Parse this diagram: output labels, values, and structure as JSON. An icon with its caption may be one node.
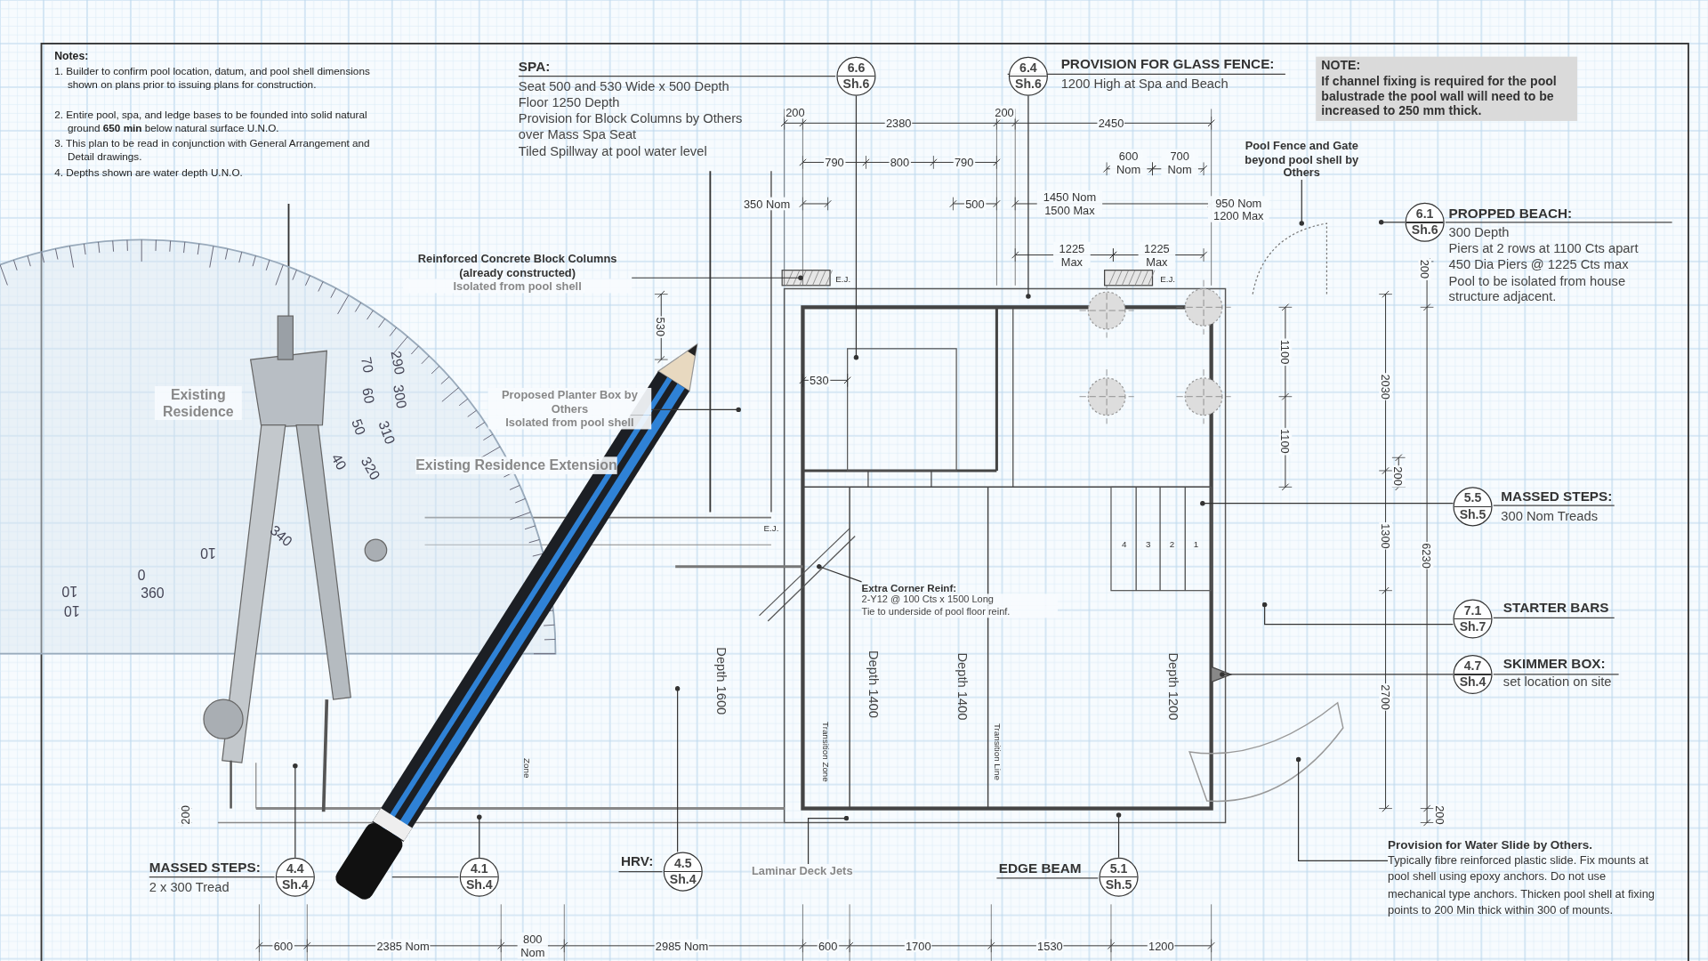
{
  "diagram": {
    "nodes": [
      {
        "text": [
          "6.6",
          "Sh.6"
        ],
        "beside": [
          "SPA:",
          "Seat 500 and 530 Wide x 500 Depth",
          "Floor 1250 Depth",
          "Provision for Block Columns by Others over Mass Spa Seat",
          "Tiled Spillway at pool water level"
        ]
      },
      {
        "text": [
          "6.4",
          "Sh.6"
        ],
        "beside": [
          "PROVISION FOR GLASS FENCE:",
          "1200 High at Spa and Beach"
        ]
      },
      {
        "text": [
          "NOTE:",
          "If channel fixing is required for the pool balustrade the pool wall will need to be increased to 250 mm thick."
        ]
      },
      {
        "text": [
          "Reinforced Concrete Block Columns (already constructed)",
          "Isolated from pool shell"
        ]
      },
      {
        "text": [
          "Pool Fence and Gate beyond pool shell by Others"
        ]
      },
      {
        "text": [
          "6.1",
          "Sh.6"
        ],
        "beside": [
          "PROPPED BEACH:",
          "300 Depth",
          "Piers at 2 rows at 1100  Cts apart",
          "450 Dia Piers @ 1225  Cts max",
          "Pool to be isolated from house structure adjacent."
        ]
      },
      {
        "text": [
          "Proposed Planter Box by Others",
          "Isolated from pool shell"
        ]
      },
      {
        "text": [
          "5.5",
          "Sh.5"
        ],
        "beside": [
          "MASSED STEPS:",
          "300 Nom Treads"
        ]
      },
      {
        "text": [
          "Extra Corner Reinf:",
          "2-Y12 @ 100 Cts x 1500 Long",
          "Tie to underside of pool floor reinf."
        ]
      },
      {
        "text": [
          "7.1",
          "Sh.7"
        ],
        "beside": [
          "STARTER BARS"
        ]
      },
      {
        "text": [
          "4.7",
          "Sh.4"
        ],
        "beside": [
          "SKIMMER BOX:",
          "set location on site"
        ]
      },
      {
        "text": [
          "4.4",
          "Sh.4"
        ],
        "beside": [
          "MASSED STEPS:",
          "2 x 300 Tread"
        ]
      },
      {
        "text": [
          "4.1",
          "Sh.4"
        ]
      },
      {
        "text": [
          "4.5",
          "Sh.4"
        ],
        "beside": [
          "HRV:"
        ]
      },
      {
        "text": [
          "Laminar Deck Jets"
        ]
      },
      {
        "text": [
          "5.1",
          "Sh.5"
        ],
        "beside": [
          "EDGE BEAM"
        ]
      },
      {
        "text": [
          "Provision for Water Slide by Others.",
          "Typically fibre reinforced plastic slide. Fix mounts at pool shell using epoxy anchors. Do not use mechanical type anchors. Thicken pool shell at fixing points to 200 Min thick within 300 of mounts."
        ]
      }
    ],
    "edges": [
      {
        "from": 0,
        "to": null,
        "arrow": "other"
      },
      {
        "from": 1,
        "to": null,
        "arrow": "other"
      },
      {
        "from": 3,
        "to": null,
        "arrow": "other"
      },
      {
        "from": 4,
        "to": null,
        "arrow": "other"
      },
      {
        "from": 6,
        "to": null,
        "arrow": "other"
      },
      {
        "from": 7,
        "to": null,
        "arrow": "other"
      },
      {
        "from": 8,
        "to": null,
        "arrow": "other"
      },
      {
        "from": 9,
        "to": null,
        "arrow": "other"
      },
      {
        "from": 10,
        "to": null,
        "arrow": "other"
      },
      {
        "from": 11,
        "to": null,
        "arrow": "other"
      },
      {
        "from": 12,
        "to": null,
        "arrow": "other"
      },
      {
        "from": 13,
        "to": null,
        "arrow": "other"
      },
      {
        "from": 14,
        "to": null,
        "arrow": "other"
      },
      {
        "from": 15,
        "to": null,
        "arrow": "other"
      },
      {
        "from": 16,
        "to": null,
        "arrow": "other"
      },
      {
        "from": 5,
        "to": null,
        "arrow": "other"
      }
    ],
    "labels": [
      "Notes:",
      "1. Builder to confirm pool location, datum, and pool shell dimensions shown on plans prior to issuing plans for construction.",
      "2. Entire pool, spa, and ledge bases to be founded into solid natural ground **650 min** below natural surface U.N.O.",
      "3. This plan to be read in conjunction with General Arrangement and Detail drawings.",
      "4. Depths shown are water depth U.N.O.",
      "200",
      "2380",
      "200",
      "2450",
      "790",
      "800",
      "790",
      "350 Nom",
      "500",
      "600 Nom",
      "700 Nom",
      "1450 Nom 1500 Max",
      "950 Nom 1200 Max",
      "1225 Max",
      "1225 Max",
      "E.J.",
      "E.J.",
      "530",
      "530",
      "200",
      "1100",
      "2030",
      "1100",
      "200",
      "1300",
      "6230",
      "2700",
      "200",
      "Existing Residence",
      "Existing Residence Extension",
      "E.J.",
      "4",
      "3",
      "2",
      "1",
      "Depth 1600",
      "Depth 1400",
      "Depth 1400",
      "Depth 1200",
      "Transition Zone",
      "Transition Line",
      "Zone",
      "200",
      "600",
      "2385 Nom",
      "800 Nom",
      "2985 Nom",
      "600",
      "1700",
      "1530",
      "1200",
      "290",
      "300",
      "310",
      "320",
      "70",
      "60",
      "50",
      "40",
      "340",
      "10",
      "0",
      "10",
      "360",
      "10"
    ]
  }
}
